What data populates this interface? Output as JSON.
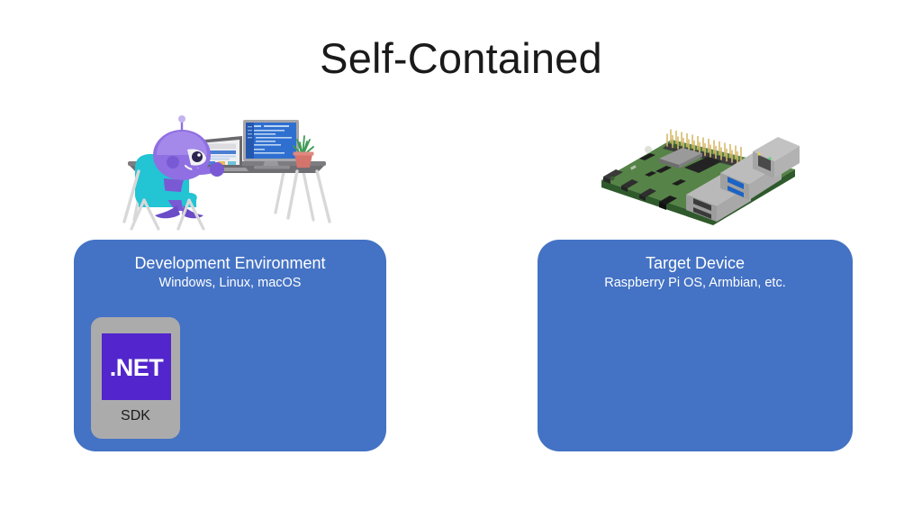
{
  "slide": {
    "title": "Self-Contained",
    "background_color": "#ffffff",
    "title_color": "#1a1a1a"
  },
  "theme": {
    "panel_blue": "#4472c4",
    "sdk_gray": "#ababab",
    "dotnet_purple": "#5226cc",
    "panel_text": "#ffffff",
    "sdk_label_color": "#1c1c1c"
  },
  "panels": [
    {
      "id": "development-environment",
      "heading": "Development Environment",
      "subtitle": "Windows, Linux, macOS",
      "illustration": "developer-at-desk-illustration"
    },
    {
      "id": "target-device",
      "heading": "Target Device",
      "subtitle": "Raspberry Pi OS, Armbian, etc.",
      "illustration": "raspberry-pi-board-photo"
    }
  ],
  "sdk_card": {
    "logo_text": ".NET",
    "label": "SDK"
  }
}
